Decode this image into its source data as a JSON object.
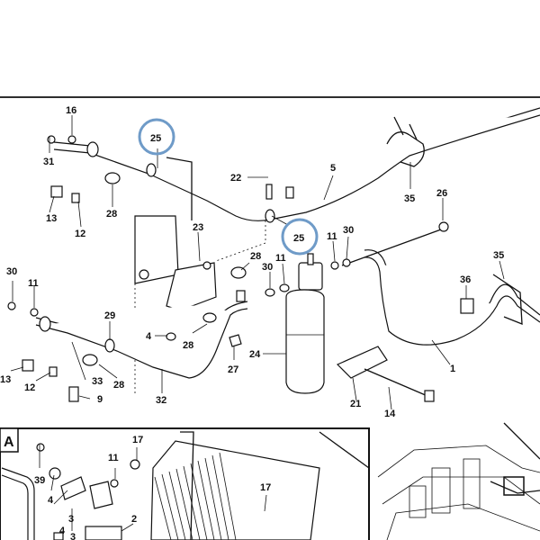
{
  "parts": {
    "p1": "1",
    "p2": "2",
    "p3": "3",
    "p4": "4",
    "p5": "5",
    "p9": "9",
    "p11": "11",
    "p12": "12",
    "p13": "13",
    "p14": "14",
    "p16": "16",
    "p17": "17",
    "p21": "21",
    "p22": "22",
    "p23": "23",
    "p24": "24",
    "p25": "25",
    "p26": "26",
    "p27": "27",
    "p28": "28",
    "p29": "29",
    "p30": "30",
    "p31": "31",
    "p32": "32",
    "p33": "33",
    "p35": "35",
    "p36": "36",
    "p39": "39"
  },
  "detail_label": "A",
  "highlight_color": "#6f9bc8"
}
